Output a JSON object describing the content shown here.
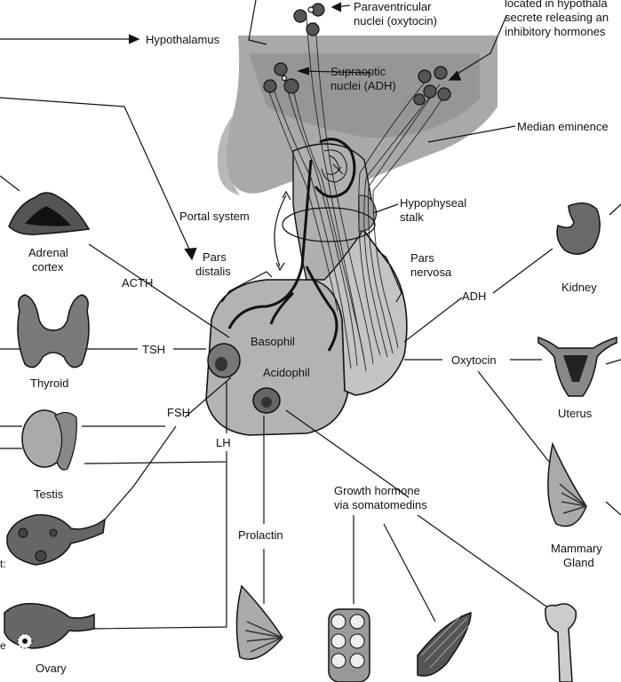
{
  "labels": {
    "hypothalamus": "Hypothalamus",
    "paraventricular_1": "Paraventricular",
    "paraventricular_2": "nuclei (oxytocin)",
    "neurons_1": "located in hypothala",
    "neurons_2": "secrete releasing an",
    "neurons_3": "inhibitory hormones",
    "supraoptic_1": "Supraoptic",
    "supraoptic_2": "nuclei (ADH)",
    "median_eminence": "Median eminence",
    "portal_system": "Portal system",
    "hypophyseal_1": "Hypophyseal",
    "hypophyseal_2": "stalk",
    "pars_distalis_1": "Pars",
    "pars_distalis_2": "distalis",
    "pars_nervosa_1": "Pars",
    "pars_nervosa_2": "nervosa",
    "adrenal_1": "Adrenal",
    "adrenal_2": "cortex",
    "acth": "ACTH",
    "tsh": "TSH",
    "thyroid": "Thyroid",
    "fsh": "FSH",
    "lh": "LH",
    "testis": "Testis",
    "ovary": "Ovary",
    "basophil": "Basophil",
    "acidophil": "Acidophil",
    "adh": "ADH",
    "kidney": "Kidney",
    "oxytocin": "Oxytocin",
    "uterus": "Uterus",
    "mammary_1": "Mammary",
    "mammary_2": "Gland",
    "growth_1": "Growth hormone",
    "growth_2": "via somatomedins",
    "prolactin": "Prolactin",
    "edge_t": "t:",
    "edge_e": "e"
  }
}
